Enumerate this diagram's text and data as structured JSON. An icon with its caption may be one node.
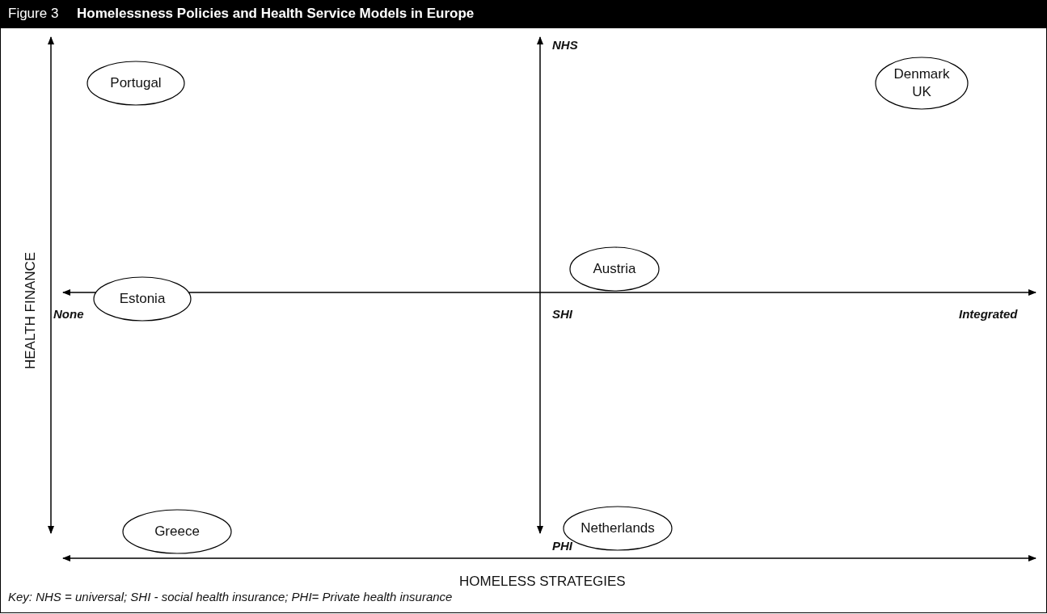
{
  "diagram": {
    "title": "Homelessness Policies and Health Service Models in Europe",
    "caption": "Key: NHS = universal; SHI - social health insurance; PHI= Private health insurance",
    "nodes": [
      {
        "text": [
          "Portugal"
        ]
      },
      {
        "text": [
          "Denmark UK"
        ]
      },
      {
        "text": [
          "Estonia"
        ]
      },
      {
        "text": [
          "Austria"
        ]
      },
      {
        "text": [
          "Greece"
        ]
      },
      {
        "text": [
          "Netherlands"
        ]
      }
    ],
    "edges": [],
    "labels": [
      "Figure 3",
      "NHS",
      "HEALTH FINANCE",
      "None",
      "SHI",
      "Integrated",
      "PHI",
      "HOMELESS STRATEGIES"
    ]
  }
}
